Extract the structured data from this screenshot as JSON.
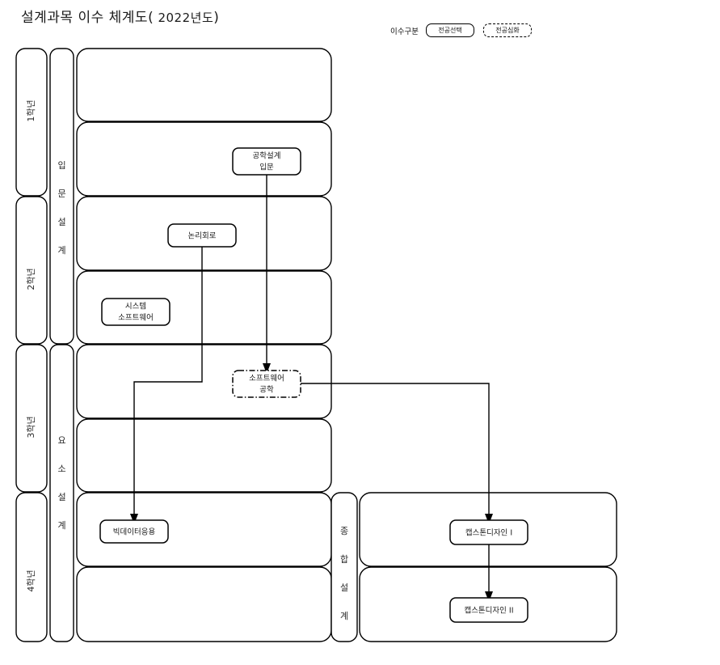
{
  "title": {
    "main": "설계과목 이수 체계도(",
    "year": " 2022년도",
    "close": ")",
    "full": "설계과목 이수 체계도( 2022년도)"
  },
  "legend": {
    "label": "이수구분",
    "items": [
      {
        "text": "전공선택",
        "style": "solid"
      },
      {
        "text": "전공심화",
        "style": "dash-dot"
      }
    ]
  },
  "year_column": {
    "items": [
      {
        "label": "1학년"
      },
      {
        "label": "2학년"
      },
      {
        "label": "3학년"
      },
      {
        "label": "4학년"
      }
    ]
  },
  "stage_column": {
    "items": [
      {
        "label": "입문설계",
        "chars": [
          "입",
          "문",
          "설",
          "계"
        ]
      },
      {
        "label": "요소설계",
        "chars": [
          "요",
          "소",
          "설",
          "계"
        ]
      }
    ]
  },
  "capstone_stage": {
    "label": "종합설계",
    "chars": [
      "종",
      "합",
      "설",
      "계"
    ]
  },
  "courses": [
    {
      "id": "eng-design-intro",
      "name": "공학설계입문",
      "lines": [
        "공학설계",
        "입문"
      ],
      "type": "전공선택"
    },
    {
      "id": "logic-circuit",
      "name": "논리회로",
      "lines": [
        "논리회로"
      ],
      "type": "전공선택"
    },
    {
      "id": "system-software",
      "name": "시스템 소프트웨어",
      "lines": [
        "시스템",
        "소프트웨어"
      ],
      "type": "전공선택"
    },
    {
      "id": "software-engineering",
      "name": "소프트웨어공학",
      "lines": [
        "소프트웨어",
        "공학"
      ],
      "type": "전공심화"
    },
    {
      "id": "bigdata-application",
      "name": "빅데이터응용",
      "lines": [
        "빅데이터응용"
      ],
      "type": "전공선택"
    },
    {
      "id": "capstone-design-1",
      "name": "캡스톤디자인 I",
      "lines": [
        "캡스톤디자인 I"
      ],
      "type": "전공선택"
    },
    {
      "id": "capstone-design-2",
      "name": "캡스톤디자인 II",
      "lines": [
        "캡스톤디자인 II"
      ],
      "type": "전공선택"
    }
  ],
  "connections": [
    {
      "from": "공학설계입문",
      "to": "소프트웨어공학"
    },
    {
      "from": "논리회로",
      "to": "빅데이터응용"
    },
    {
      "from": "소프트웨어공학",
      "to": "캡스톤디자인 I"
    },
    {
      "from": "캡스톤디자인 I",
      "to": "캡스톤디자인 II"
    }
  ],
  "colors": {
    "line": "#000000",
    "text": "#1a1a1a",
    "background": "#ffffff"
  }
}
